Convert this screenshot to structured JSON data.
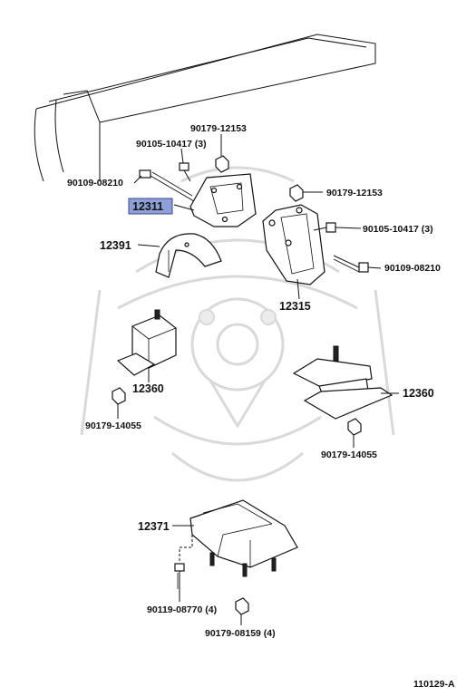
{
  "diagram_id": "110129-A",
  "highlight_color": "#8fa0d8",
  "parts": [
    {
      "id": "p12311",
      "label": "12311",
      "highlighted": true
    },
    {
      "id": "p12391",
      "label": "12391"
    },
    {
      "id": "p12315",
      "label": "12315"
    },
    {
      "id": "p12360a",
      "label": "12360"
    },
    {
      "id": "p12360b",
      "label": "12360"
    },
    {
      "id": "p12371",
      "label": "12371"
    },
    {
      "id": "f9017912153a",
      "label": "90179-12153"
    },
    {
      "id": "f9010510417a",
      "label": "90105-10417 (3)"
    },
    {
      "id": "f9010908210a",
      "label": "90109-08210"
    },
    {
      "id": "f9017912153b",
      "label": "90179-12153"
    },
    {
      "id": "f9010510417b",
      "label": "90105-10417 (3)"
    },
    {
      "id": "f9010908210b",
      "label": "90109-08210"
    },
    {
      "id": "f9017914055a",
      "label": "90179-14055"
    },
    {
      "id": "f9017914055b",
      "label": "90179-14055"
    },
    {
      "id": "f9011908770",
      "label": "90119-08770 (4)"
    },
    {
      "id": "f9017908159",
      "label": "90179-08159 (4)"
    }
  ]
}
